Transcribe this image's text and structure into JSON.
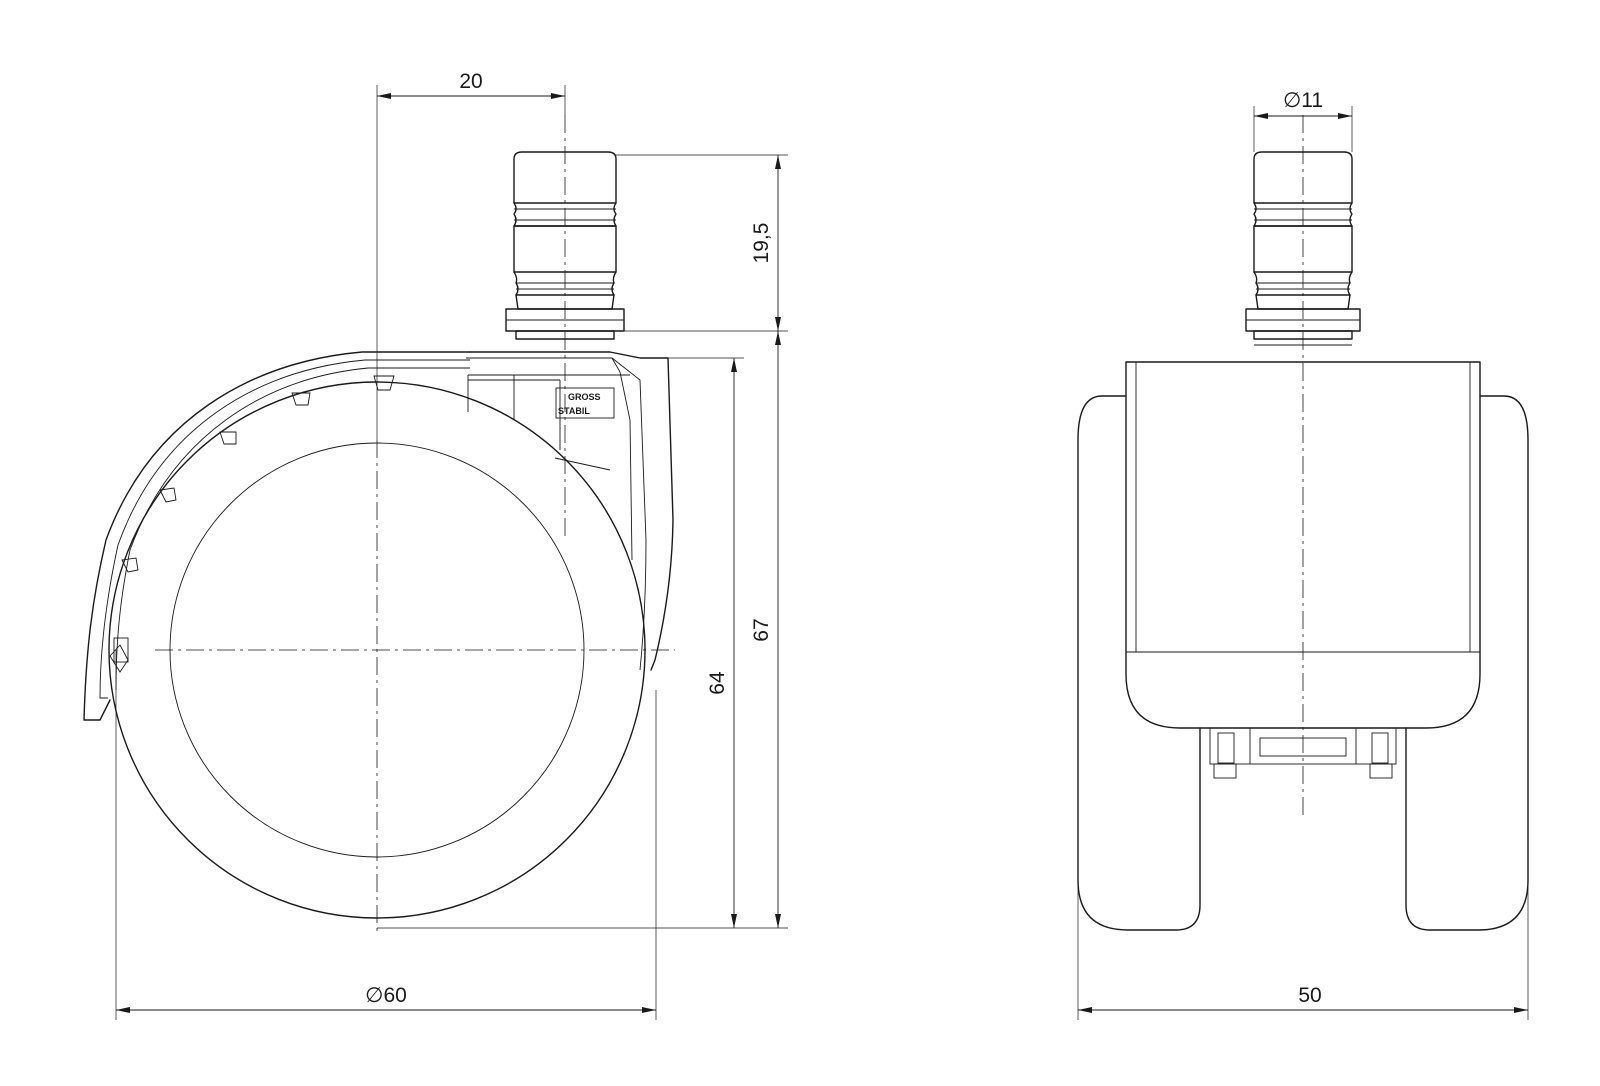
{
  "dimensions": {
    "side_width_top": "20",
    "stem_height": "19,5",
    "total_height": "67",
    "wheel_height": "64",
    "wheel_diameter": "∅60",
    "front_stem_diameter": "∅11",
    "front_width": "50"
  },
  "logo": {
    "line1": "GROSS",
    "line2": "STABIL"
  }
}
